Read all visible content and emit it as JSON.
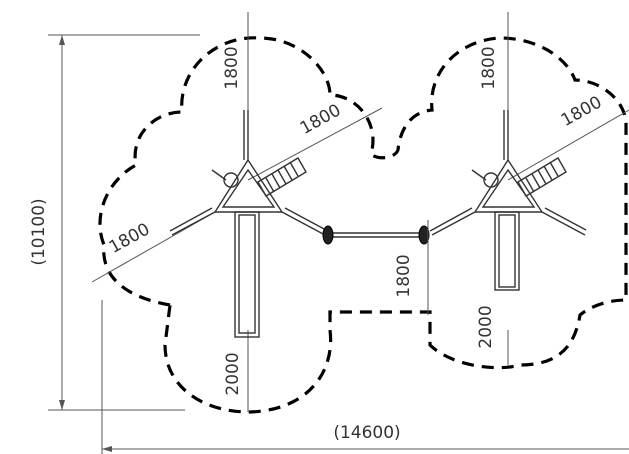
{
  "dimensions": {
    "total_width": "(14600)",
    "total_height": "(10100)",
    "left_top_radius": "1800",
    "left_right_radius": "1800",
    "left_left_radius": "1800",
    "left_bottom": "2000",
    "center_radius": "1800",
    "right_top_radius": "1800",
    "right_right_radius": "1800",
    "right_bottom": "2000"
  },
  "colors": {
    "zone_outline": "#000000",
    "line": "#555555",
    "text": "#333333"
  }
}
